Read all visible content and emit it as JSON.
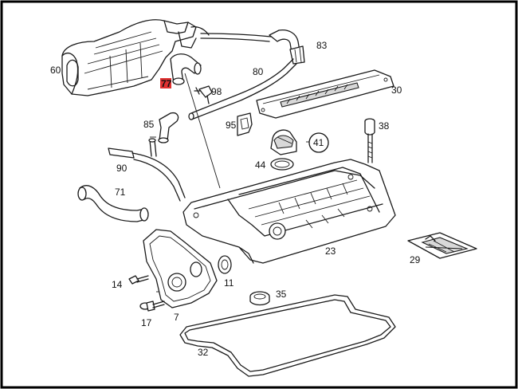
{
  "frame": {
    "border_color": "#000000"
  },
  "highlight": {
    "color": "#e03030"
  },
  "parts": [
    {
      "id": "60",
      "text": "60"
    },
    {
      "id": "77",
      "text": "77",
      "highlighted": true
    },
    {
      "id": "98",
      "text": "98"
    },
    {
      "id": "83",
      "text": "83"
    },
    {
      "id": "80",
      "text": "80"
    },
    {
      "id": "30",
      "text": "30"
    },
    {
      "id": "85",
      "text": "85"
    },
    {
      "id": "95",
      "text": "95"
    },
    {
      "id": "38",
      "text": "38"
    },
    {
      "id": "41",
      "text": "41",
      "circled": true
    },
    {
      "id": "44",
      "text": "44"
    },
    {
      "id": "90",
      "text": "90"
    },
    {
      "id": "71",
      "text": "71"
    },
    {
      "id": "23",
      "text": "23"
    },
    {
      "id": "29",
      "text": "29"
    },
    {
      "id": "14",
      "text": "14"
    },
    {
      "id": "11",
      "text": "11"
    },
    {
      "id": "35",
      "text": "35"
    },
    {
      "id": "17",
      "text": "17"
    },
    {
      "id": "7",
      "text": "7"
    },
    {
      "id": "32",
      "text": "32"
    }
  ]
}
